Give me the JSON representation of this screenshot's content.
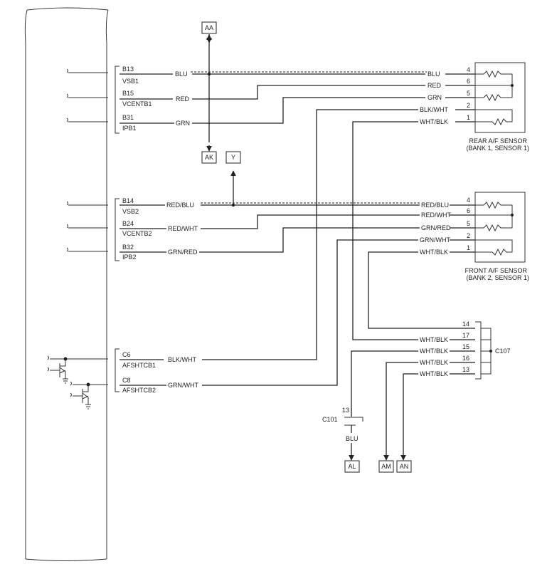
{
  "ecm_pins": {
    "b13": "B13",
    "vsb1": "VSB1",
    "b15": "B15",
    "vcentb1": "VCENTB1",
    "b31": "B31",
    "ipb1": "IPB1",
    "b14": "B14",
    "vsb2": "VSB2",
    "b24": "B24",
    "vcentb2": "VCENTB2",
    "b32": "B32",
    "ipb2": "IPB2",
    "c6": "C6",
    "afshtcb1": "AFSHTCB1",
    "c8": "C8",
    "afshtcb2": "AFSHTCB2"
  },
  "wire_colors": {
    "blu": "BLU",
    "red": "RED",
    "grn": "GRN",
    "red_blu": "RED/BLU",
    "red_wht": "RED/WHT",
    "grn_red": "GRN/RED",
    "blk_wht": "BLK/WHT",
    "grn_wht": "GRN/WHT",
    "wht_blk": "WHT/BLK"
  },
  "rear_sensor": {
    "title_line1": "REAR A/F SENSOR",
    "title_line2": "(BANK 1, SENSOR 1)",
    "pins": [
      "4",
      "6",
      "5",
      "2",
      "1"
    ]
  },
  "front_sensor": {
    "title_line1": "FRONT A/F SENSOR",
    "title_line2": "(BANK 2, SENSOR 1)",
    "pins": [
      "4",
      "6",
      "5",
      "2",
      "1"
    ]
  },
  "c107": {
    "name": "C107",
    "pins": [
      "14",
      "17",
      "15",
      "16",
      "13"
    ]
  },
  "c101": {
    "name": "C101",
    "pin": "13"
  },
  "connectors": {
    "aa": "AA",
    "ak": "AK",
    "y": "Y",
    "al": "AL",
    "am": "AM",
    "an": "AN"
  },
  "colors": {
    "line": "#222222",
    "background": "#ffffff"
  }
}
